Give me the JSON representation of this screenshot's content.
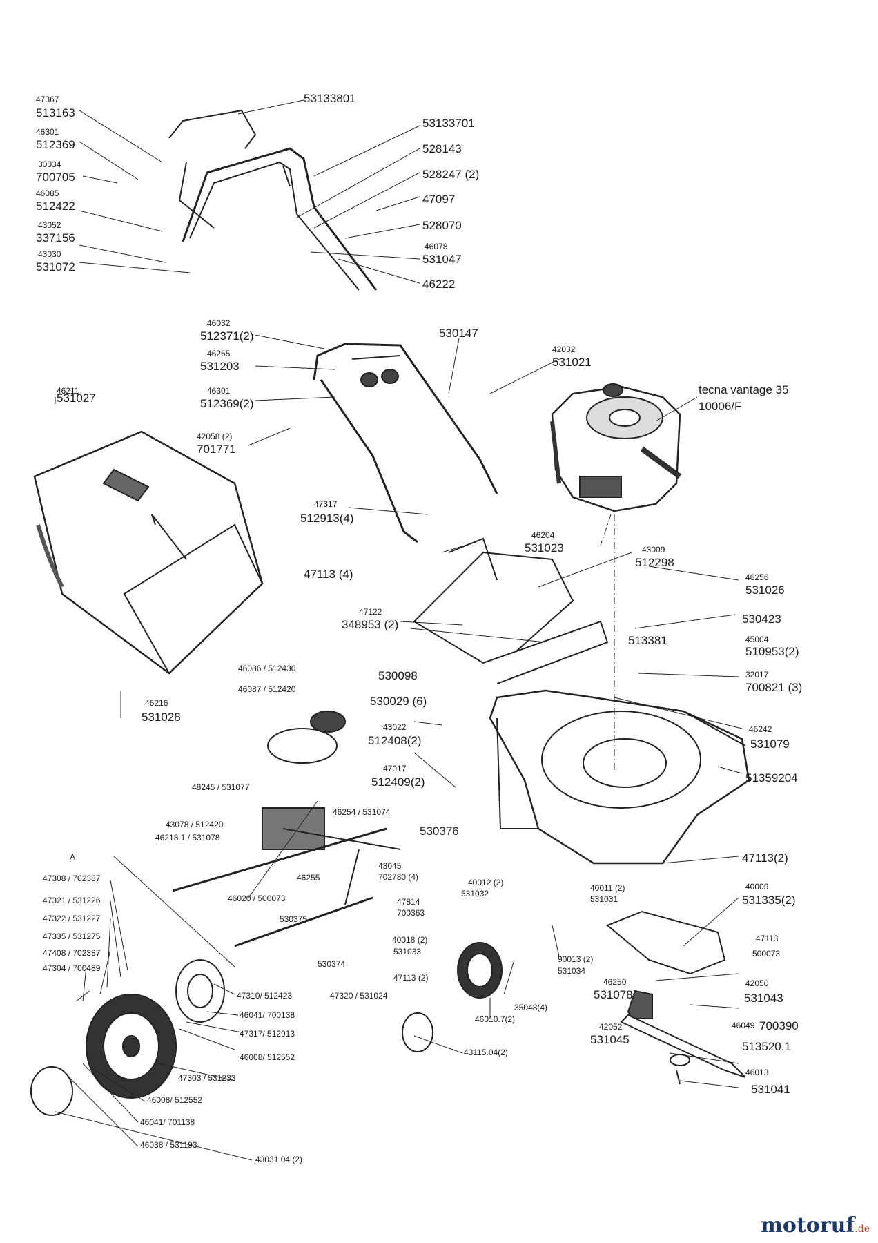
{
  "header": {
    "engine_line1": "tecna vantage 35",
    "engine_line2": "10006/F"
  },
  "labels": [
    {
      "id": "l47367",
      "text": "47367",
      "small": true
    },
    {
      "id": "l513163",
      "text": "513163"
    },
    {
      "id": "l46301a",
      "text": "46301",
      "small": true
    },
    {
      "id": "l512369",
      "text": "512369"
    },
    {
      "id": "l30034",
      "text": "30034",
      "small": true
    },
    {
      "id": "l700705",
      "text": "700705"
    },
    {
      "id": "l46085",
      "text": "46085",
      "small": true
    },
    {
      "id": "l512422",
      "text": "512422"
    },
    {
      "id": "l43052",
      "text": "43052",
      "small": true
    },
    {
      "id": "l337156",
      "text": "337156"
    },
    {
      "id": "l43030",
      "text": "43030",
      "small": true
    },
    {
      "id": "l531072",
      "text": "531072"
    },
    {
      "id": "l53133801",
      "text": "53133801"
    },
    {
      "id": "l53133701",
      "text": "53133701"
    },
    {
      "id": "l528143",
      "text": "528143"
    },
    {
      "id": "l528247",
      "text": "528247 (2)"
    },
    {
      "id": "l47097",
      "text": "47097"
    },
    {
      "id": "l528070",
      "text": "528070"
    },
    {
      "id": "l46078",
      "text": "46078",
      "small": true
    },
    {
      "id": "l531047",
      "text": "531047"
    },
    {
      "id": "l46222",
      "text": "46222"
    },
    {
      "id": "l46032",
      "text": "46032",
      "small": true
    },
    {
      "id": "l512371",
      "text": "512371(2)"
    },
    {
      "id": "l46265",
      "text": "46265",
      "small": true
    },
    {
      "id": "l531203",
      "text": "531203"
    },
    {
      "id": "l46301b",
      "text": "46301",
      "small": true
    },
    {
      "id": "l512369b",
      "text": "512369(2)"
    },
    {
      "id": "l42058",
      "text": "42058 (2)",
      "small": true
    },
    {
      "id": "l701771",
      "text": "701771"
    },
    {
      "id": "l530147",
      "text": "530147"
    },
    {
      "id": "l42032",
      "text": "42032",
      "small": true
    },
    {
      "id": "l531021",
      "text": "531021"
    },
    {
      "id": "l46211",
      "text": "46211",
      "small": true
    },
    {
      "id": "l531027",
      "text": "531027"
    },
    {
      "id": "l47317a",
      "text": "47317",
      "small": true
    },
    {
      "id": "l512913",
      "text": "512913(4)"
    },
    {
      "id": "l47113a",
      "text": "47113 (4)"
    },
    {
      "id": "l46204",
      "text": "46204",
      "small": true
    },
    {
      "id": "l531023",
      "text": "531023"
    },
    {
      "id": "l43009",
      "text": "43009",
      "small": true
    },
    {
      "id": "l512298",
      "text": "512298"
    },
    {
      "id": "l46256",
      "text": "46256",
      "small": true
    },
    {
      "id": "l531026",
      "text": "531026"
    },
    {
      "id": "l530423",
      "text": "530423"
    },
    {
      "id": "l47122",
      "text": "47122",
      "small": true
    },
    {
      "id": "l348953",
      "text": "348953 (2)"
    },
    {
      "id": "l45004",
      "text": "45004",
      "small": true
    },
    {
      "id": "l510953",
      "text": "510953(2)"
    },
    {
      "id": "l513381",
      "text": "513381"
    },
    {
      "id": "l530098",
      "text": "530098"
    },
    {
      "id": "l32017",
      "text": "32017",
      "small": true
    },
    {
      "id": "l700821",
      "text": "700821 (3)"
    },
    {
      "id": "l46216",
      "text": "46216",
      "small": true
    },
    {
      "id": "l531028",
      "text": "531028"
    },
    {
      "id": "l46086",
      "text": "46086 / 512430",
      "small": true
    },
    {
      "id": "l46087",
      "text": "46087 / 512420",
      "small": true
    },
    {
      "id": "l530029",
      "text": "530029 (6)"
    },
    {
      "id": "l46242",
      "text": "46242",
      "small": true
    },
    {
      "id": "l531079",
      "text": "531079"
    },
    {
      "id": "l43022",
      "text": "43022",
      "small": true
    },
    {
      "id": "l512408",
      "text": "512408(2)"
    },
    {
      "id": "l47017",
      "text": "47017",
      "small": true
    },
    {
      "id": "l512409",
      "text": "512409(2)"
    },
    {
      "id": "l51359204",
      "text": "51359204"
    },
    {
      "id": "l48245",
      "text": "48245 / 531077",
      "small": true
    },
    {
      "id": "l46254",
      "text": "46254 / 531074",
      "small": true
    },
    {
      "id": "l43078",
      "text": "43078 / 512420",
      "small": true
    },
    {
      "id": "l46218",
      "text": "46218.1 / 531078",
      "small": true
    },
    {
      "id": "l530376",
      "text": "530376",
      "small": true
    },
    {
      "id": "lA",
      "text": "A"
    },
    {
      "id": "l43045",
      "text": "43045",
      "small": true
    },
    {
      "id": "l702780",
      "text": "702780 (4)",
      "small": true
    },
    {
      "id": "l46255",
      "text": "46255",
      "small": true
    },
    {
      "id": "l47113b",
      "text": "47113(2)"
    },
    {
      "id": "l47308",
      "text": "47308 / 702387",
      "small": true
    },
    {
      "id": "l46020",
      "text": "46020 / 500073",
      "small": true
    },
    {
      "id": "l40012",
      "text": "40012 (2)",
      "small": true
    },
    {
      "id": "l531032",
      "text": "531032",
      "small": true
    },
    {
      "id": "l40011",
      "text": "40011 (2)",
      "small": true
    },
    {
      "id": "l531031",
      "text": "531031",
      "small": true
    },
    {
      "id": "l40009",
      "text": "40009",
      "small": true
    },
    {
      "id": "l531335",
      "text": "531335(2)"
    },
    {
      "id": "l47321",
      "text": "47321 / 531226",
      "small": true
    },
    {
      "id": "l47814",
      "text": "47814",
      "small": true
    },
    {
      "id": "l700363",
      "text": "700363",
      "small": true
    },
    {
      "id": "l47322",
      "text": "47322 / 531227",
      "small": true
    },
    {
      "id": "l530375",
      "text": "530375",
      "small": true
    },
    {
      "id": "l47335",
      "text": "47335 / 531275",
      "small": true
    },
    {
      "id": "l40018",
      "text": "40018 (2)",
      "small": true
    },
    {
      "id": "l531033",
      "text": "531033",
      "small": true
    },
    {
      "id": "l47113c",
      "text": "47113",
      "small": true
    },
    {
      "id": "l500073",
      "text": "500073",
      "small": true
    },
    {
      "id": "l47408",
      "text": "47408 / 702387",
      "small": true
    },
    {
      "id": "l530374",
      "text": "530374",
      "small": true
    },
    {
      "id": "l90013",
      "text": "90013 (2)",
      "small": true
    },
    {
      "id": "l531034",
      "text": "531034",
      "small": true
    },
    {
      "id": "l47304",
      "text": "47304 / 700489",
      "small": true
    },
    {
      "id": "l47113d",
      "text": "47113 (2)",
      "small": true
    },
    {
      "id": "l46250",
      "text": "46250",
      "small": true
    },
    {
      "id": "l531078b",
      "text": "531078"
    },
    {
      "id": "l42050",
      "text": "42050",
      "small": true
    },
    {
      "id": "l531043",
      "text": "531043"
    },
    {
      "id": "l47310",
      "text": "47310/ 512423",
      "small": true
    },
    {
      "id": "l47320",
      "text": "47320 / 531024",
      "small": true
    },
    {
      "id": "l46041a",
      "text": "46041/ 700138",
      "small": true
    },
    {
      "id": "l35048",
      "text": "35048(4)",
      "small": true
    },
    {
      "id": "l46010",
      "text": "46010.7(2)",
      "small": true
    },
    {
      "id": "l46049",
      "text": "46049",
      "small": true
    },
    {
      "id": "l700390",
      "text": "700390"
    },
    {
      "id": "l47317b",
      "text": "47317/ 512913",
      "small": true
    },
    {
      "id": "l42052",
      "text": "42052",
      "small": true
    },
    {
      "id": "l531045",
      "text": "531045"
    },
    {
      "id": "l46008a",
      "text": "46008/ 512552",
      "small": true
    },
    {
      "id": "l513520",
      "text": "513520.1"
    },
    {
      "id": "l43115",
      "text": "43115.04(2)",
      "small": true
    },
    {
      "id": "l47303",
      "text": "47303 / 531233",
      "small": true
    },
    {
      "id": "l46013",
      "text": "46013",
      "small": true
    },
    {
      "id": "l531041",
      "text": "531041"
    },
    {
      "id": "l46008b",
      "text": "46008/ 512552",
      "small": true
    },
    {
      "id": "l46041b",
      "text": "46041/ 701138",
      "small": true
    },
    {
      "id": "l46038",
      "text": "46038 / 531193",
      "small": true
    },
    {
      "id": "l43031",
      "text": "43031.04  (2)",
      "small": true
    }
  ],
  "watermark": {
    "brand": "motoruf",
    "suffix": ".de"
  }
}
